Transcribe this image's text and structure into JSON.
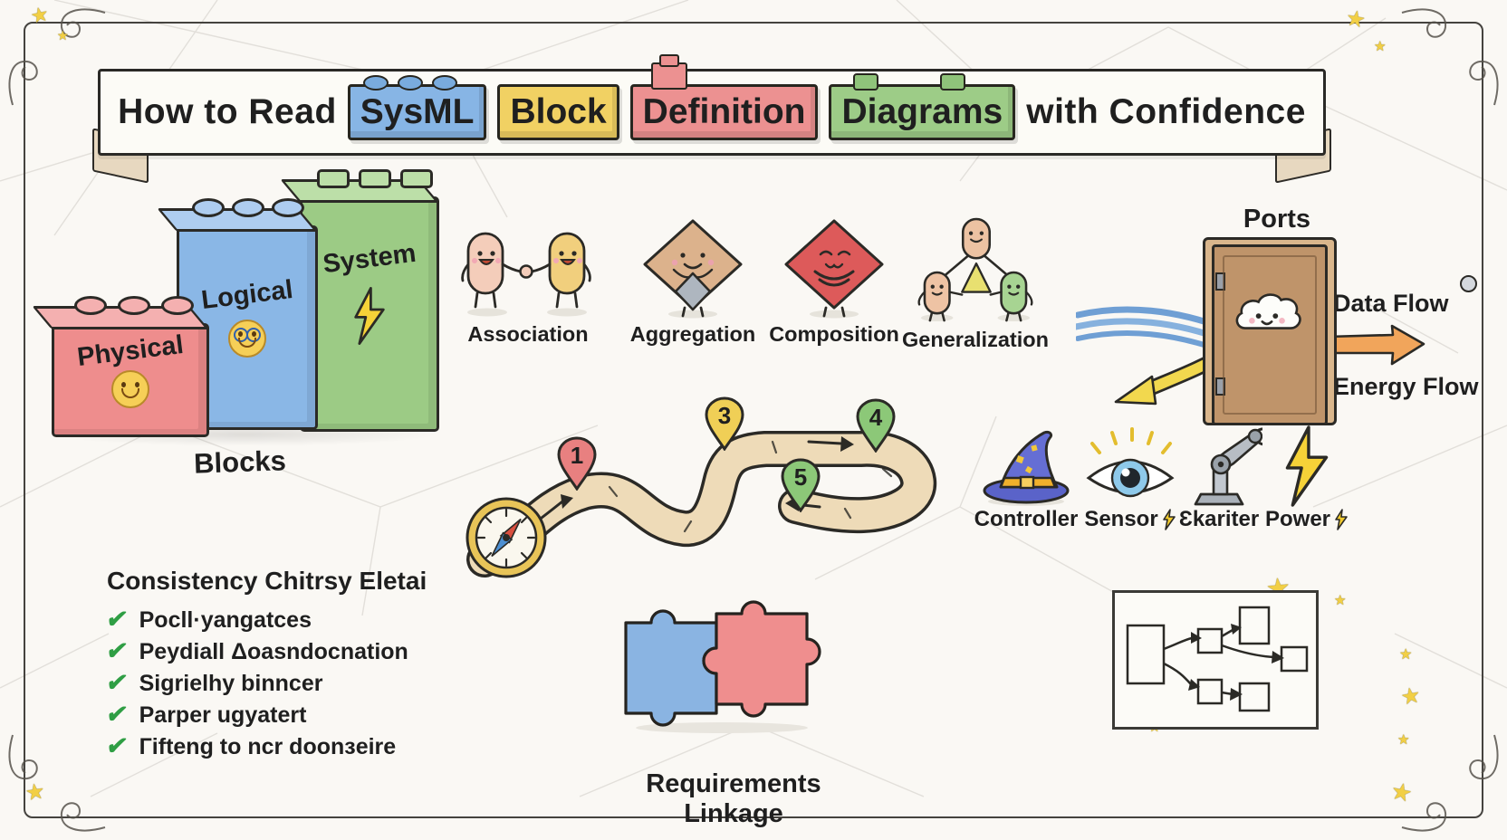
{
  "illustration": {
    "title": {
      "prefix": "How to Read",
      "brick_words": [
        {
          "label": "SysML",
          "color": "#87b5e5"
        },
        {
          "label": "Block",
          "color": "#f1d163"
        },
        {
          "label": "Definition",
          "color": "#ec9191"
        },
        {
          "label": "Diagrams",
          "color": "#9dcc87"
        }
      ],
      "suffix": "with Confidence"
    },
    "blocks_section": {
      "caption": "Blocks",
      "bricks": [
        {
          "label": "Physical",
          "color": "#ee8d8d",
          "face": "smiley"
        },
        {
          "label": "Logical",
          "color": "#8ab7e6",
          "face": "smiley-with-glasses"
        },
        {
          "label": "System",
          "color": "#9ccb85",
          "face": "lightning-bolt"
        }
      ]
    },
    "relationships": [
      {
        "label": "Association",
        "icon": "two-figures-shaking-hands"
      },
      {
        "label": "Aggregation",
        "icon": "hollow-diamond-character"
      },
      {
        "label": "Composition",
        "icon": "filled-diamond-character"
      },
      {
        "label": "Generalization",
        "icon": "parent-and-children-with-triangle"
      }
    ],
    "ports": {
      "title": "Ports",
      "data_flow_label": "Data Flow",
      "energy_flow_label": "Energy Flow",
      "door_color": "#bf946a",
      "data_flow_arrow_color": "#f1a55b",
      "energy_flow_arrow_color": "#f2d84e"
    },
    "reading_path": {
      "milestones": [
        "1",
        "3",
        "4",
        "5"
      ],
      "milestone_colors": [
        "#e88080",
        "#f0cf56",
        "#8cc878",
        "#8cc878"
      ],
      "road_color": "#eedbb8",
      "icons": [
        "compass",
        "map-pin"
      ]
    },
    "components": [
      {
        "label": "Controller",
        "icon": "wizard-hat",
        "bolt_suffix": false
      },
      {
        "label": "Sensor",
        "icon": "eye",
        "bolt_suffix": true
      },
      {
        "label": "Ɛkariter",
        "icon": "robot-arm",
        "bolt_suffix": false
      },
      {
        "label": "Power",
        "icon": "lightning-bolt",
        "bolt_suffix": true
      }
    ],
    "checklist": {
      "title": "Consistency Chitrsy Eletai",
      "items": [
        "Pocll·yangatces",
        "Peydiall Δoasndocnation",
        "Sigrielhy binncer",
        "Parper ugyatert",
        "Гifteng to ncr doonзeire"
      ],
      "check_color": "#2f9e44"
    },
    "requirements": {
      "label": "Requirements Linkage",
      "icon": "puzzle-pieces",
      "puzzle_blue": "#8ab4e2",
      "puzzle_red": "#ef8e8e"
    },
    "decor": {
      "star_glyph": "★",
      "check_glyph": "✔",
      "star_color": "#f2cf45",
      "background": "#faf8f4",
      "ink": "#1f1f1f"
    }
  }
}
